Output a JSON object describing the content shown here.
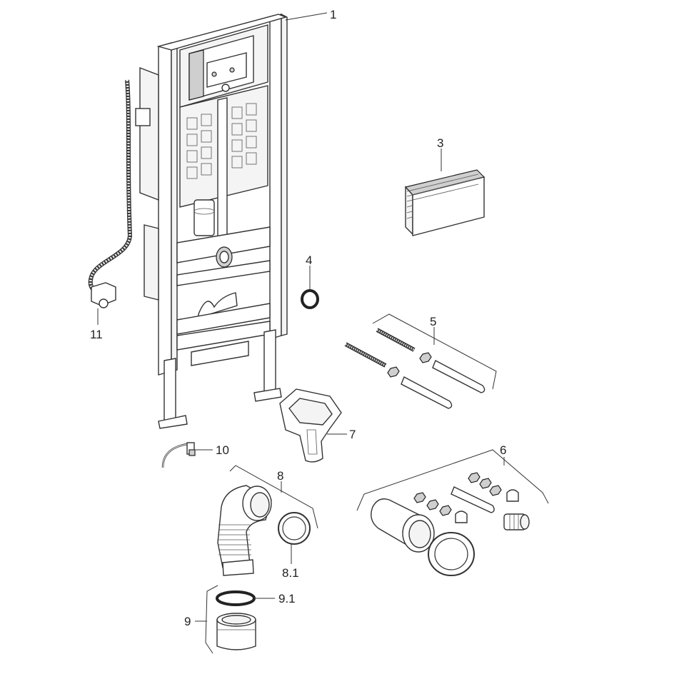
{
  "labels": {
    "l1": "1",
    "l3": "3",
    "l4": "4",
    "l5": "5",
    "l6": "6",
    "l7": "7",
    "l8": "8",
    "l8_1": "8.1",
    "l9": "9",
    "l9_1": "9.1",
    "l10": "10",
    "l11": "11"
  }
}
